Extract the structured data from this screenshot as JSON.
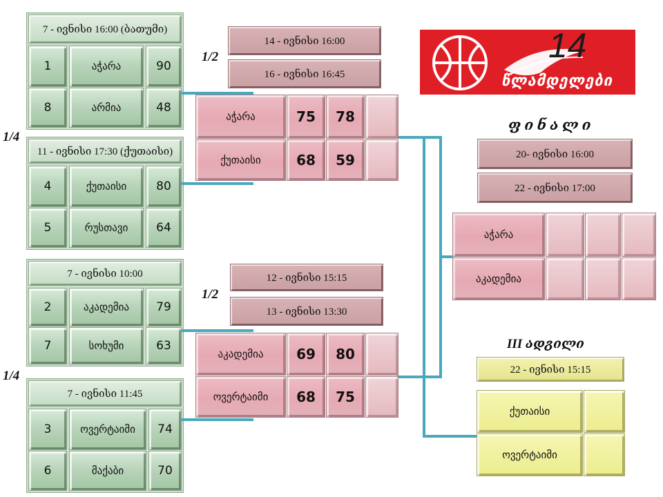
{
  "quarterfinals": [
    {
      "header": "7 - ივნისი 16:00 (ბათუმი)",
      "teams": [
        {
          "seed": "1",
          "name": "აჭარა",
          "score": "90"
        },
        {
          "seed": "8",
          "name": "არმია",
          "score": "48"
        }
      ]
    },
    {
      "header": "11 - ივნისი 17:30 (ქუთაისი)",
      "teams": [
        {
          "seed": "4",
          "name": "ქუთაისი",
          "score": "80"
        },
        {
          "seed": "5",
          "name": "რუსთავი",
          "score": "64"
        }
      ]
    },
    {
      "header": "7 - ივნისი 10:00",
      "teams": [
        {
          "seed": "2",
          "name": "აკადემია",
          "score": "79"
        },
        {
          "seed": "7",
          "name": "სოხუმი",
          "score": "63"
        }
      ]
    },
    {
      "header": "7 - ივნისი 11:45",
      "teams": [
        {
          "seed": "3",
          "name": "ოვერტაიმი",
          "score": "74"
        },
        {
          "seed": "6",
          "name": "მაქაბი",
          "score": "70"
        }
      ]
    }
  ],
  "labels": {
    "quarter": "1/4",
    "semi": "1/2",
    "final": "ფ ი ნ ა ლ ი",
    "third": "III ადგილი"
  },
  "semifinals": [
    {
      "dates": [
        "14 - ივნისი 16:00",
        "16 - ივნისი 16:45"
      ],
      "teams": [
        {
          "name": "აჭარა",
          "g1": "75",
          "g2": "78",
          "g3": ""
        },
        {
          "name": "ქუთაისი",
          "g1": "68",
          "g2": "59",
          "g3": ""
        }
      ]
    },
    {
      "dates": [
        "12 - ივნისი 15:15",
        "13 - ივნისი 13:30"
      ],
      "teams": [
        {
          "name": "აკადემია",
          "g1": "69",
          "g2": "80",
          "g3": ""
        },
        {
          "name": "ოვერტაიმი",
          "g1": "68",
          "g2": "75",
          "g3": ""
        }
      ]
    }
  ],
  "final": {
    "dates": [
      "20- ივნისი 16:00",
      "22 - ივნისი 17:00"
    ],
    "teams": [
      {
        "name": "აჭარა",
        "g1": "",
        "g2": "",
        "g3": ""
      },
      {
        "name": "აკადემია",
        "g1": "",
        "g2": "",
        "g3": ""
      }
    ]
  },
  "third_place": {
    "date": "22 - ივნისი 15:15",
    "teams": [
      {
        "name": "ქუთაისი",
        "score": ""
      },
      {
        "name": "ოვერტაიმი",
        "score": ""
      }
    ]
  },
  "logo": {
    "number": "14",
    "text": "წლამდელები",
    "colors": {
      "background": "#e01e26",
      "foreground": "#ffffff"
    }
  },
  "colors": {
    "connector": "#4aa7bd",
    "quarter_tile": "#b7d3b8",
    "semi_tile": "#e6a9b3",
    "third_tile": "#ecec8e"
  }
}
